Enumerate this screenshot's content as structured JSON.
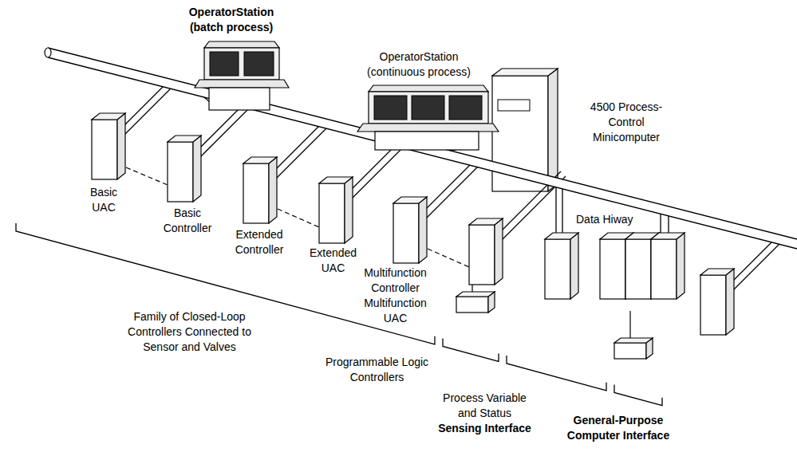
{
  "diagram": {
    "labels": [
      "OperatorStation (batch process)",
      "OperatorStation (continuous process)",
      "4500 Process-Control Minicomputer",
      "Basic UAC",
      "Basic Controller",
      "Extended Controller",
      "Extended UAC",
      "Multifunction Controller",
      "Multifunction UAC",
      "Data Hiway",
      "Family of Closed-Loop Controllers Connected to Sensor and Valves",
      "Programmable Logic Controllers",
      "Process Variable and Status",
      "Sensing Interface",
      "General-Purpose Computer Interface"
    ]
  }
}
